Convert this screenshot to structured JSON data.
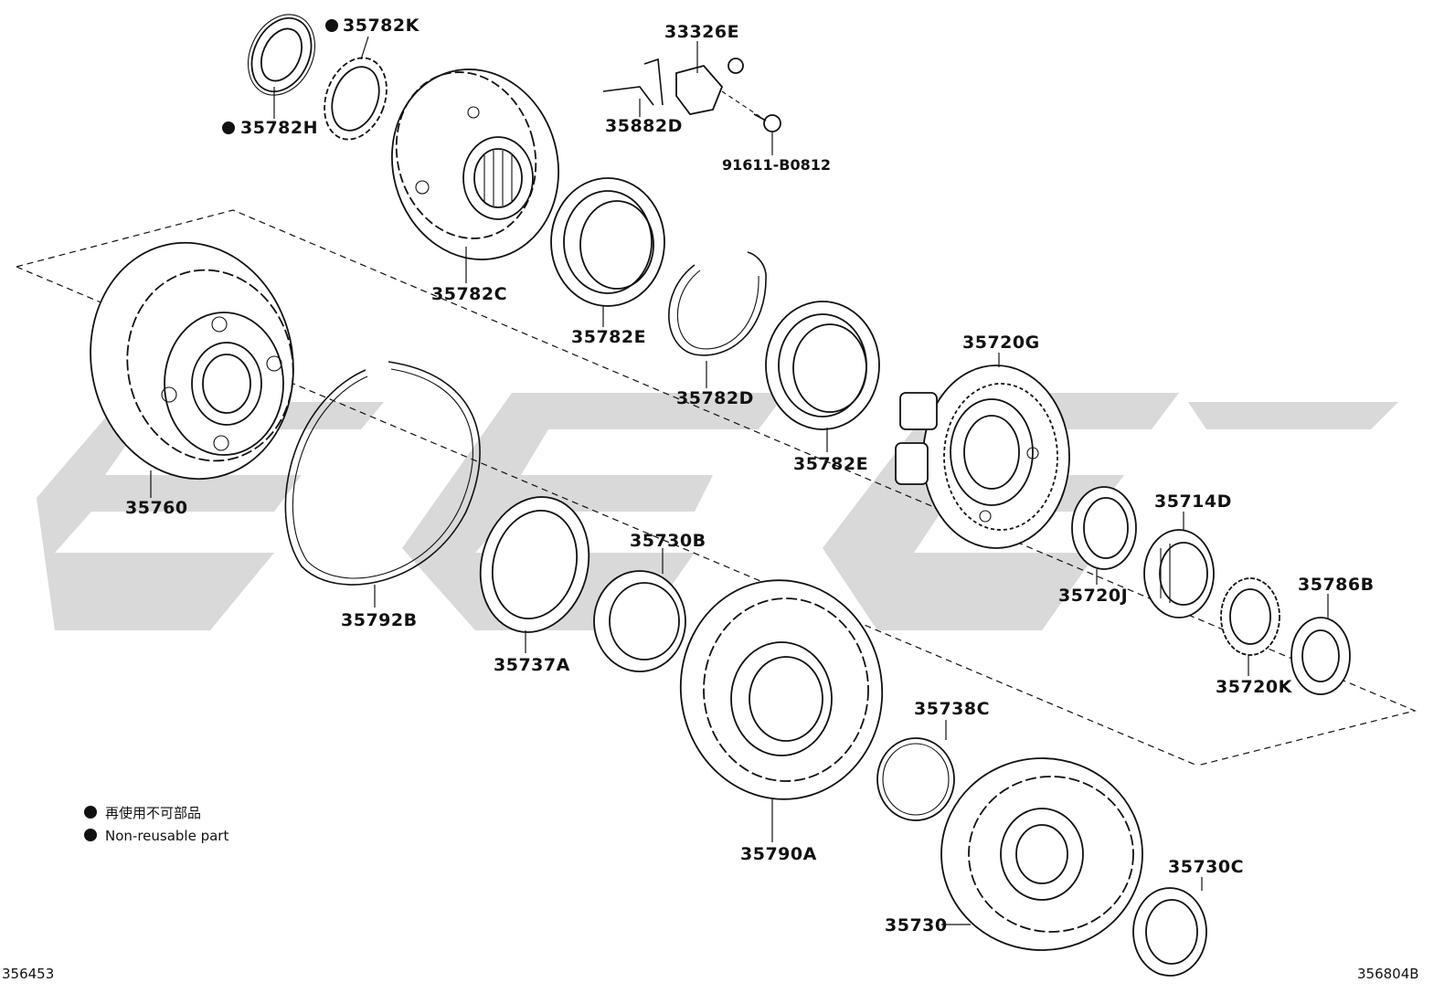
{
  "parts": {
    "p35782K": "35782K",
    "p35782H": "35782H",
    "p33326E": "33326E",
    "p35882D": "35882D",
    "p91611": "91611-B0812",
    "p35782C": "35782C",
    "p35782E_top": "35782E",
    "p35782D": "35782D",
    "p35760": "35760",
    "p35720G": "35720G",
    "p35782E_mid": "35782E",
    "p35714D": "35714D",
    "p35730B": "35730B",
    "p35720J": "35720J",
    "p35786B": "35786B",
    "p35792B": "35792B",
    "p35737A": "35737A",
    "p35720K": "35720K",
    "p35738C": "35738C",
    "p35790A": "35790A",
    "p35730C": "35730C",
    "p35730": "35730"
  },
  "legend": {
    "jp": "再使用不可部品",
    "en": "Non-reusable part"
  },
  "refs": {
    "left": "356453",
    "right": "356804B"
  },
  "watermark": {
    "text": "GSG",
    "color": "#d9d9d9"
  },
  "non_reusable_marker": "●"
}
